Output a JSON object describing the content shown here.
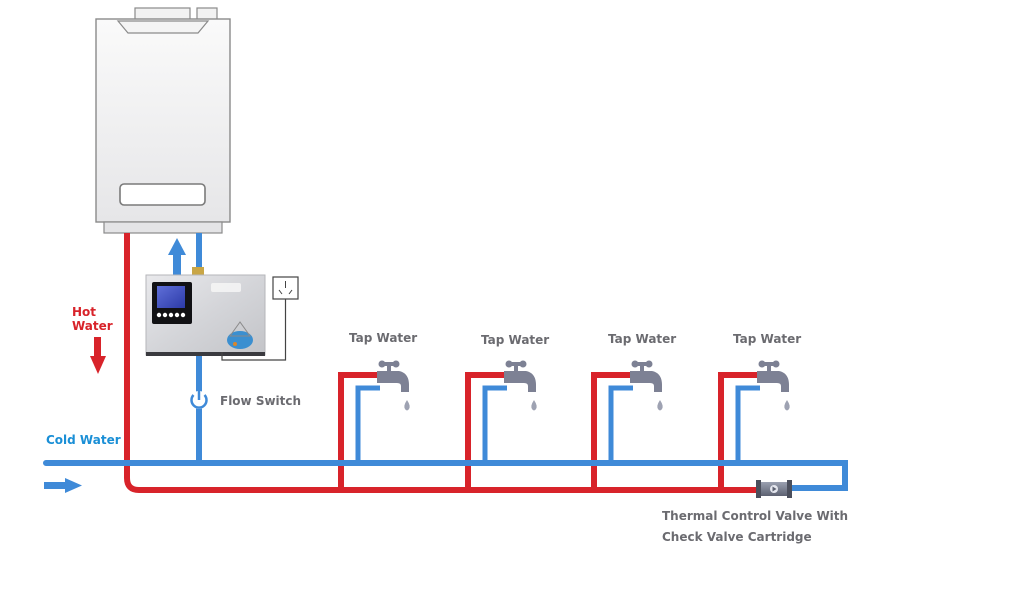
{
  "diagram": {
    "title": "Hot water recirculation system",
    "labels": {
      "hot_water_line1": "Hot",
      "hot_water_line2": "Water",
      "cold_water": "Cold Water",
      "flow_switch": "Flow Switch",
      "valve_line1": "Thermal Control Valve With",
      "valve_line2": "Check Valve Cartridge"
    },
    "taps": [
      {
        "label": "Tap Water"
      },
      {
        "label": "Tap Water"
      },
      {
        "label": "Tap Water"
      },
      {
        "label": "Tap Water"
      }
    ],
    "components": {
      "heater": "water-heater",
      "pump": "recirculation-pump",
      "socket": "power-socket",
      "valve": "thermal-control-valve"
    },
    "colors": {
      "hot": "#d8232a",
      "cold": "#3f8ad8",
      "text": "#6b6b70",
      "cold_label": "#1a8fd6",
      "faucet": "#7d8194"
    }
  }
}
